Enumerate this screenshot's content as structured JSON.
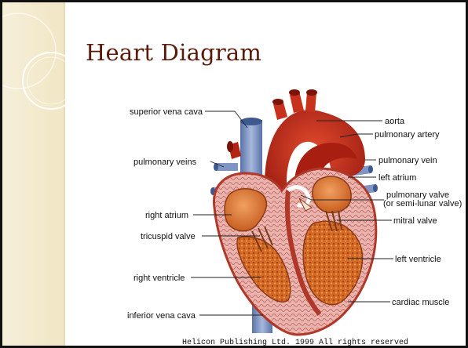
{
  "slide": {
    "title": "Heart Diagram",
    "copyright": "Helicon Publishing Ltd. 1999 All rights reserved"
  },
  "labels": {
    "superior_vena_cava": "superior vena cava",
    "pulmonary_veins": "pulmonary veins",
    "right_atrium": "right atrium",
    "tricuspid_valve": "tricuspid valve",
    "right_ventricle": "right ventricle",
    "inferior_vena_cava": "inferior vena cava",
    "aorta": "aorta",
    "pulmonary_artery": "pulmonary artery",
    "pulmonary_vein": "pulmonary vein",
    "left_atrium": "left atrium",
    "pulmonary_valve_1": "pulmonary valve",
    "pulmonary_valve_2": "(or semi-lunar valve)",
    "mitral_valve": "mitral valve",
    "left_ventricle": "left ventricle",
    "cardiac_muscle": "cardiac muscle"
  },
  "colors": {
    "title": "#5a1a0a",
    "band": "#f1e6c4",
    "artery_red": "#c8321c",
    "vein_blue": "#7f95c4",
    "chamber_orange": "#d9772c",
    "muscle_pink": "#e7a6a2"
  }
}
